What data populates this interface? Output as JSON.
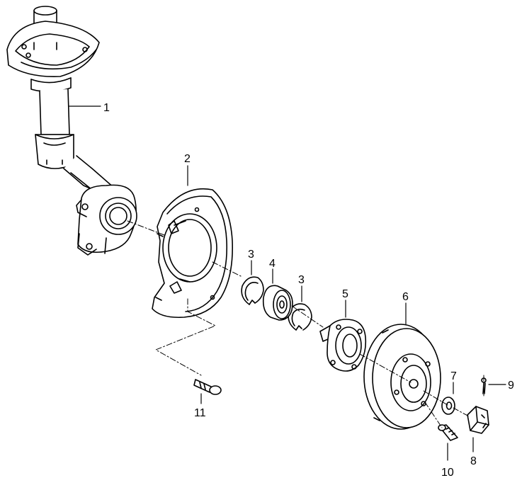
{
  "diagram": {
    "callouts": [
      {
        "id": "c1",
        "label": "1"
      },
      {
        "id": "c2",
        "label": "2"
      },
      {
        "id": "c3a",
        "label": "3"
      },
      {
        "id": "c4",
        "label": "4"
      },
      {
        "id": "c3b",
        "label": "3"
      },
      {
        "id": "c5",
        "label": "5"
      },
      {
        "id": "c6",
        "label": "6"
      },
      {
        "id": "c7",
        "label": "7"
      },
      {
        "id": "c8",
        "label": "8"
      },
      {
        "id": "c9",
        "label": "9"
      },
      {
        "id": "c10",
        "label": "10"
      },
      {
        "id": "c11",
        "label": "11"
      }
    ]
  }
}
